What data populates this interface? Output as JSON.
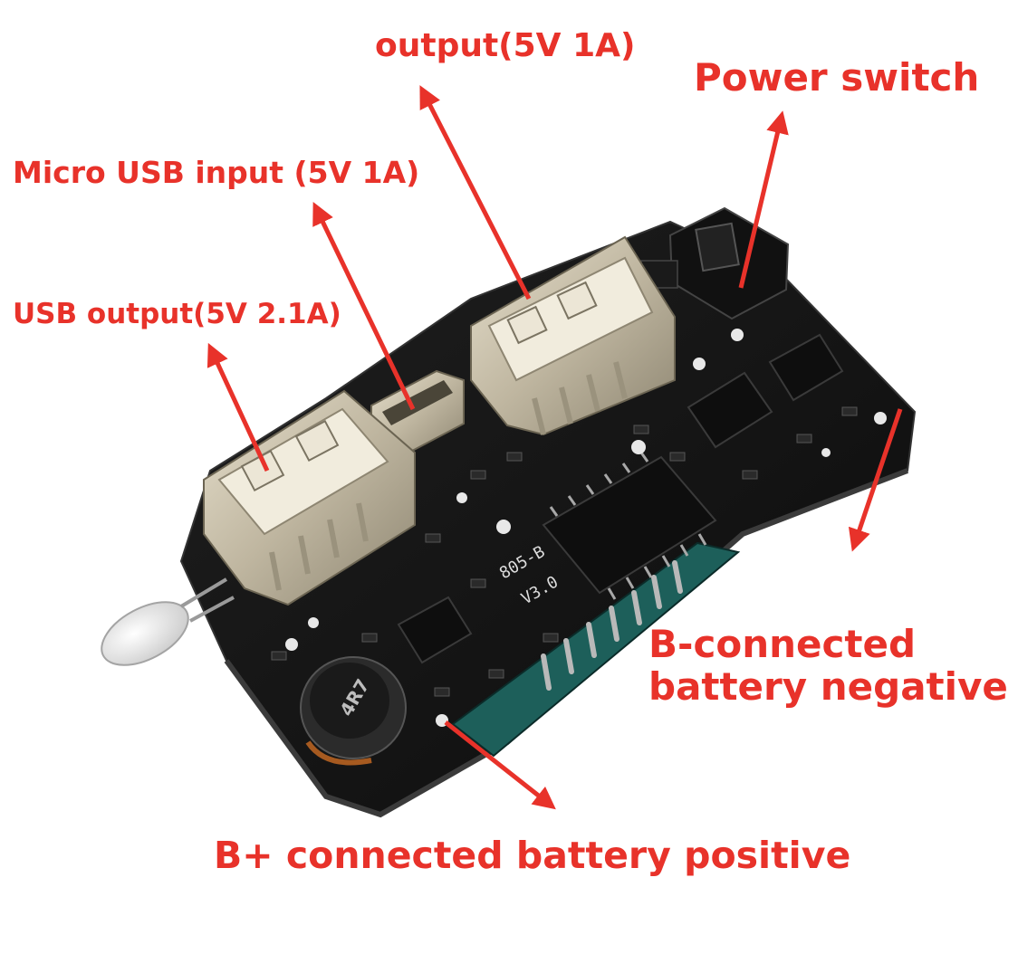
{
  "labels": {
    "output": "output(5V 1A)",
    "power_switch": "Power switch",
    "micro_usb_input": "Micro USB input (5V 1A)",
    "usb_output": "USB output(5V 2.1A)",
    "b_negative_line1": "B-connected",
    "b_negative_line2": "battery negative",
    "b_positive": "B+ connected battery positive"
  },
  "board_markings": {
    "chip": "805-B",
    "version": "V3.0",
    "inductor": "4R7"
  },
  "colors": {
    "label": "#e8322a",
    "arrow": "#e8322a",
    "pcb": "#151515",
    "connector_metal": "#cfc7b2"
  }
}
